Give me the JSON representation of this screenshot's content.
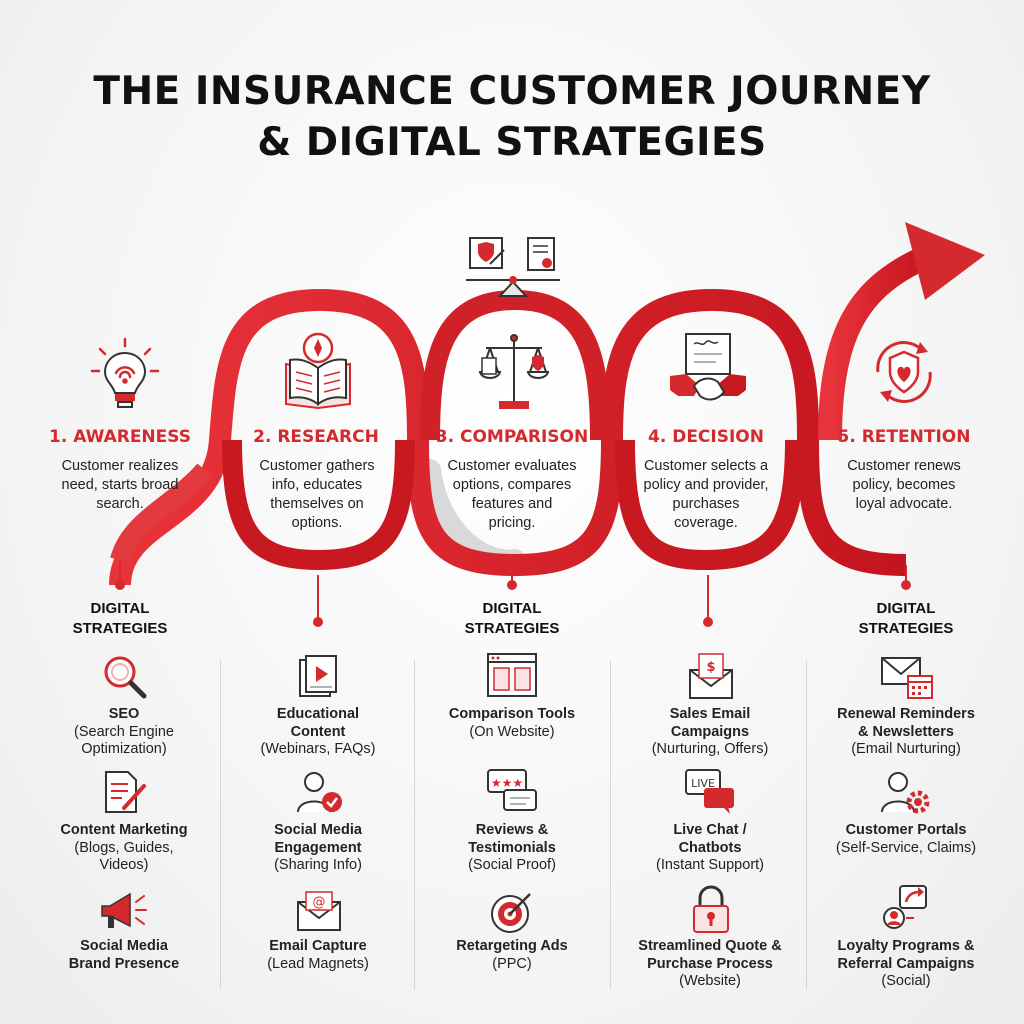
{
  "title": {
    "line1": "THE INSURANCE CUSTOMER JOURNEY",
    "line2": "& DIGITAL STRATEGIES"
  },
  "colors": {
    "accent": "#d42a2d",
    "accent_dark": "#b5121b",
    "text": "#1c1c1c",
    "muted_track": "#d9d9d9"
  },
  "stages": [
    {
      "title": "1. AWARENESS",
      "description": [
        "Customer realizes",
        "need, starts broad",
        "search."
      ],
      "icon": "lightbulb-icon"
    },
    {
      "title": "2. RESEARCH",
      "description": [
        "Customer gathers",
        "info, educates",
        "themselves on",
        "options."
      ],
      "icon": "book-compass-icon"
    },
    {
      "title": "3. COMPARISON",
      "description": [
        "Customer evaluates",
        "options, compares",
        "features and",
        "pricing."
      ],
      "icon": "scale-icon"
    },
    {
      "title": "4. DECISION",
      "description": [
        "Customer selects a",
        "policy and provider,",
        "purchases",
        "coverage."
      ],
      "icon": "handshake-contract-icon"
    },
    {
      "title": "5. RETENTION",
      "description": [
        "Customer renews",
        "policy, becomes",
        "loyal advocate."
      ],
      "icon": "shield-heart-icon"
    }
  ],
  "strategy_heading": [
    "DIGITAL",
    "STRATEGIES"
  ],
  "columns": [
    {
      "strategies": [
        {
          "name": [
            "SEO"
          ],
          "sub": [
            "(Search Engine",
            "Optimization)"
          ],
          "icon": "magnifier-icon"
        },
        {
          "name": [
            "Content Marketing"
          ],
          "sub": [
            "(Blogs, Guides,",
            "Videos)"
          ],
          "icon": "document-pen-icon"
        },
        {
          "name": [
            "Social Media",
            "Brand Presence"
          ],
          "sub": [],
          "icon": "megaphone-icon"
        }
      ]
    },
    {
      "strategies": [
        {
          "name": [
            "Educational",
            "Content"
          ],
          "sub": [
            "(Webinars, FAQs)"
          ],
          "icon": "video-doc-icon"
        },
        {
          "name": [
            "Social Media",
            "Engagement"
          ],
          "sub": [
            "(Sharing Info)"
          ],
          "icon": "user-check-icon"
        },
        {
          "name": [
            "Email Capture"
          ],
          "sub": [
            "(Lead Magnets)"
          ],
          "icon": "email-at-icon"
        }
      ]
    },
    {
      "strategies": [
        {
          "name": [
            "Comparison Tools"
          ],
          "sub": [
            "(On Website)"
          ],
          "icon": "browser-compare-icon"
        },
        {
          "name": [
            "Reviews &",
            "Testimonials"
          ],
          "sub": [
            "(Social Proof)"
          ],
          "icon": "review-stars-icon"
        },
        {
          "name": [
            "Retargeting Ads"
          ],
          "sub": [
            "(PPC)"
          ],
          "icon": "target-icon"
        }
      ]
    },
    {
      "strategies": [
        {
          "name": [
            "Sales Email",
            "Campaigns"
          ],
          "sub": [
            "(Nurturing, Offers)"
          ],
          "icon": "dollar-envelope-icon"
        },
        {
          "name": [
            "Live Chat /",
            "Chatbots"
          ],
          "sub": [
            "(Instant Support)"
          ],
          "icon": "live-chat-icon"
        },
        {
          "name": [
            "Streamlined Quote &",
            "Purchase Process"
          ],
          "sub": [
            "(Website)"
          ],
          "icon": "padlock-icon"
        }
      ]
    },
    {
      "strategies": [
        {
          "name": [
            "Renewal Reminders",
            "& Newsletters"
          ],
          "sub": [
            "(Email Nurturing)"
          ],
          "icon": "envelope-calendar-icon"
        },
        {
          "name": [
            "Customer Portals"
          ],
          "sub": [
            "(Self-Service, Claims)"
          ],
          "icon": "user-gear-icon"
        },
        {
          "name": [
            "Loyalty Programs &",
            "Referral Campaigns"
          ],
          "sub": [
            "(Social)"
          ],
          "icon": "share-user-icon"
        }
      ]
    }
  ],
  "extra_icons": [
    "contract-shield-icon",
    "certificate-icon",
    "balance-scale-icon"
  ]
}
